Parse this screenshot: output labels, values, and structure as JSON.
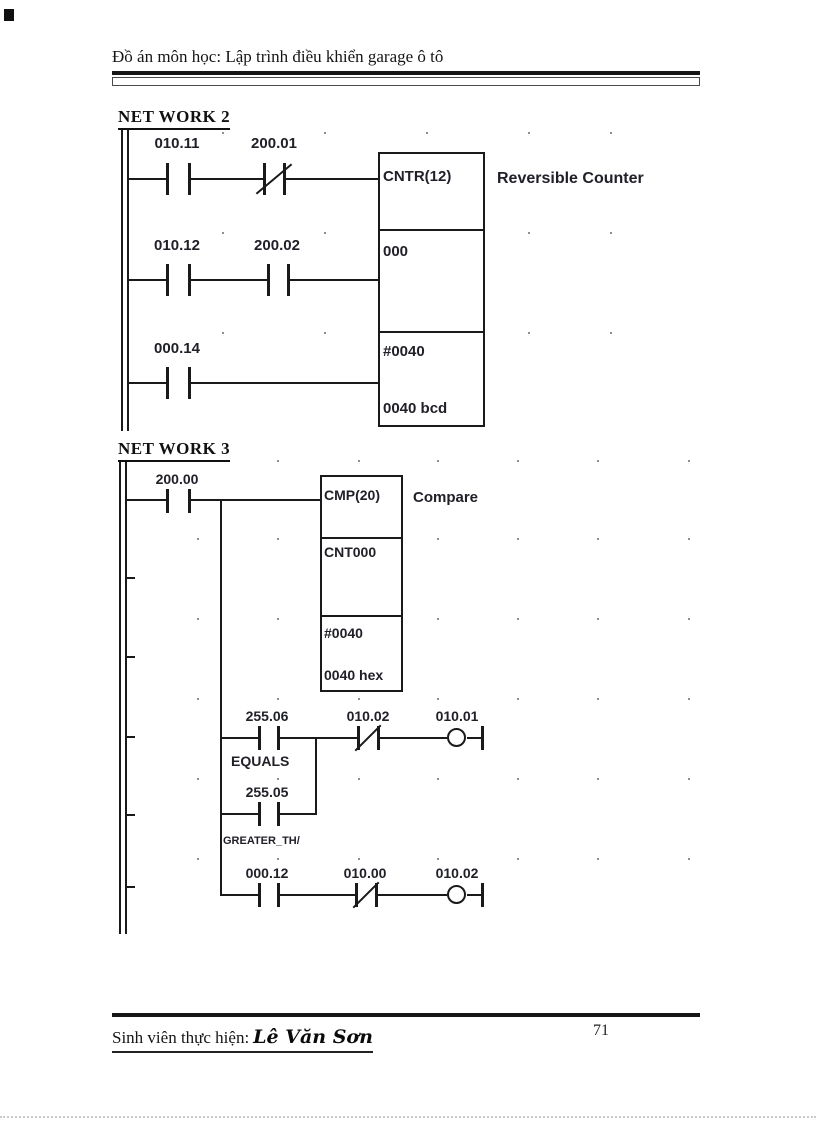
{
  "header": {
    "title": "Đồ án môn học:  Lập trình điều khiển garage ô tô"
  },
  "network2": {
    "title": "NET WORK 2",
    "comment": "Reversible Counter",
    "box_rows": [
      "CNTR(12)",
      "000",
      "#0040",
      "0040 bcd"
    ],
    "contacts": {
      "c1": "010.11",
      "c2": "200.01",
      "c3": "010.12",
      "c4": "200.02",
      "c5": "000.14"
    }
  },
  "network3": {
    "title": "NET WORK 3",
    "comment": "Compare",
    "box_rows": [
      "CMP(20)",
      "CNT000",
      "#0040",
      "0040 hex"
    ],
    "contacts": {
      "c1": "200.00",
      "c2": "255.06",
      "c3": "010.02",
      "c4": "255.05",
      "c5": "000.12",
      "c6": "010.00"
    },
    "coils": {
      "k1": "010.01",
      "k2": "010.02"
    },
    "flags": {
      "equals": "EQUALS",
      "greater": "GREATER_TH/"
    }
  },
  "footer": {
    "label": "Sinh viên thực hiện:",
    "name": "Lê Văn Sơn",
    "page_number": "71"
  },
  "colors": {
    "line": "#1a1a1a",
    "label_text": "#202028",
    "grid_dot": "#8f8f8f"
  },
  "grid": {
    "net2": {
      "xs": [
        222,
        324,
        426,
        528,
        610
      ],
      "ys": [
        132,
        232,
        332
      ]
    },
    "net3": {
      "xs": [
        197,
        277,
        358,
        437,
        517,
        597,
        688
      ],
      "ys": [
        460,
        538,
        618,
        698,
        778,
        858
      ]
    }
  }
}
